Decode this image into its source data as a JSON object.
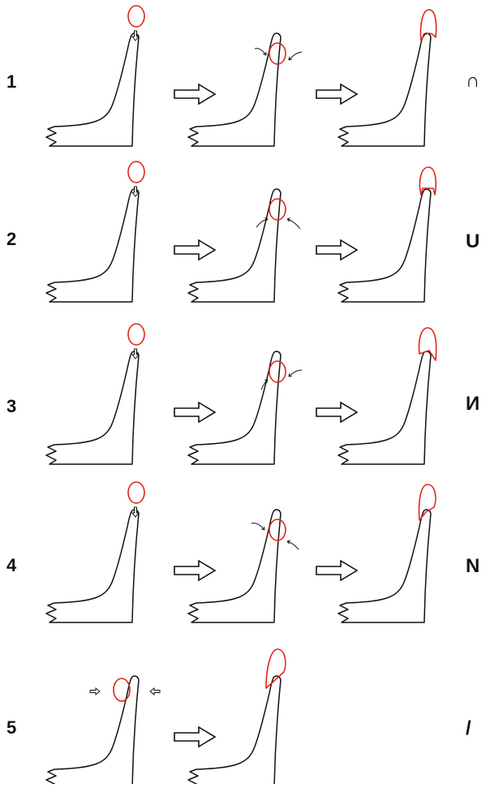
{
  "colors": {
    "line": "#111111",
    "particle": "#e2231a",
    "background": "#ffffff"
  },
  "rows": [
    {
      "number": "1",
      "symbol": "∩"
    },
    {
      "number": "2",
      "symbol": "U"
    },
    {
      "number": "3",
      "symbol": "И"
    },
    {
      "number": "4",
      "symbol": "N"
    },
    {
      "number": "5",
      "symbol": "/"
    }
  ]
}
